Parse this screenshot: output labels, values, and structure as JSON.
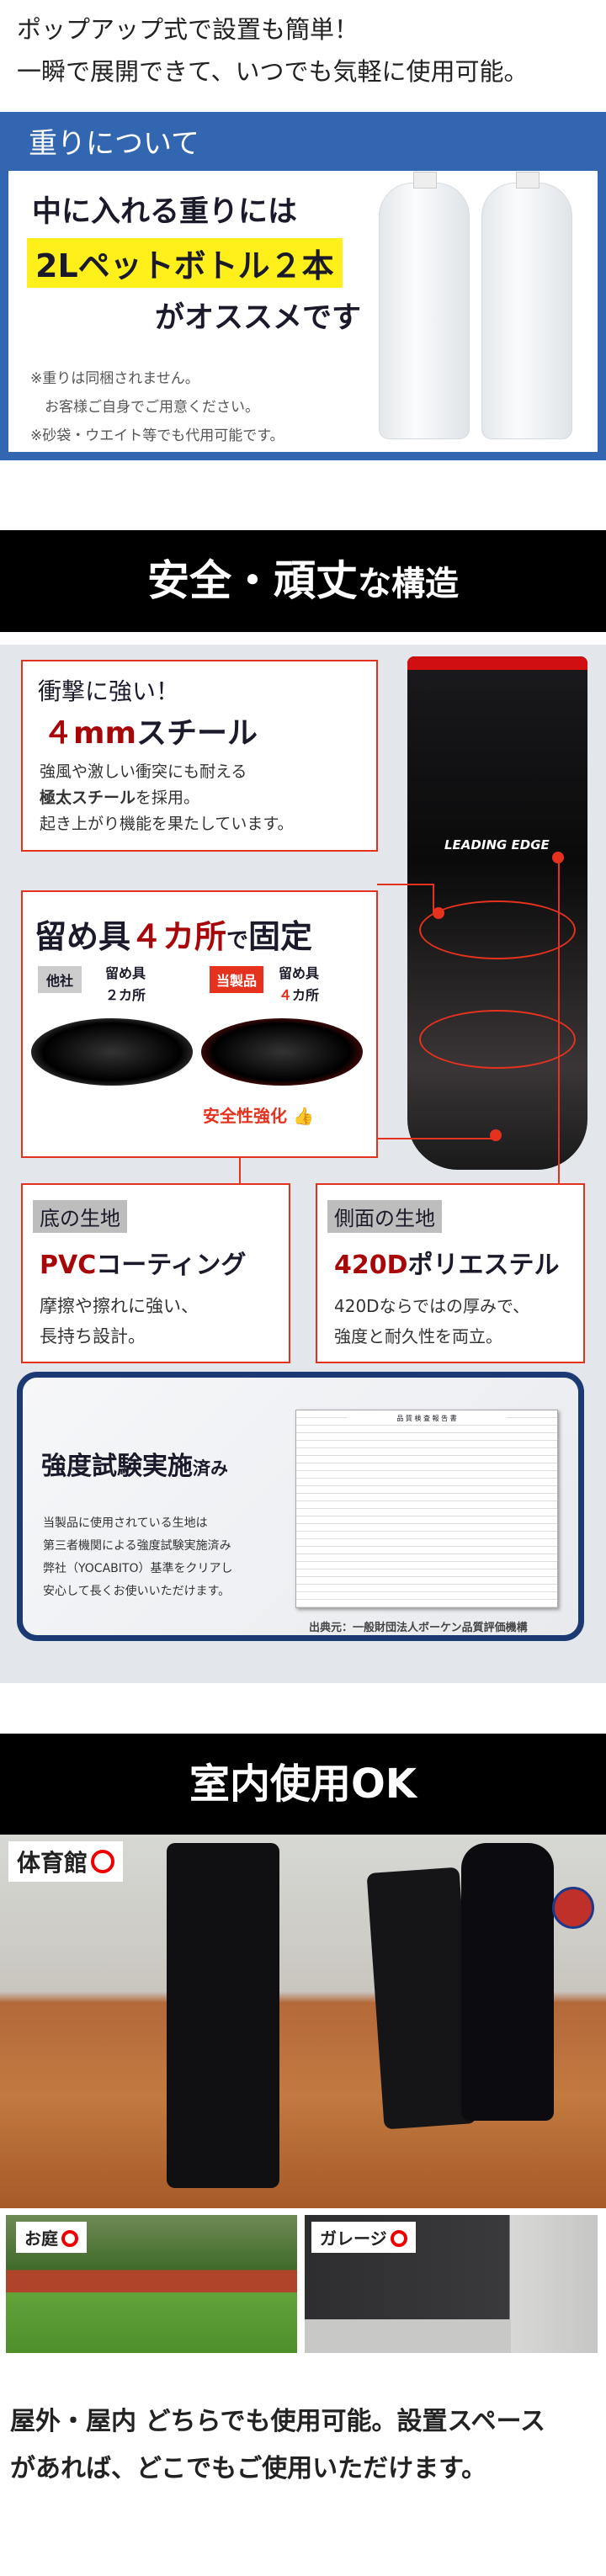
{
  "intro": {
    "line1": "ポップアップ式で設置も簡単！",
    "line2": "一瞬で展開できて、いつでも気軽に使用可能。"
  },
  "weight": {
    "title": "重りについて",
    "line1": "中に入れる重りには",
    "highlight": "2Lペットボトル２本",
    "line3": "がオススメです",
    "notes": [
      "※重りは同梱されません。",
      "　お客様ご自身でご用意ください。",
      "※砂袋・ウエイト等でも代用可能です。"
    ]
  },
  "structure": {
    "banner": {
      "main": "安全・頑丈",
      "suffix": "な構造"
    },
    "impact": {
      "lead": "衝撃に強い！",
      "title_red": "４mm",
      "title_black": "スチール",
      "desc1": "強風や激しい衝突にも耐える",
      "desc2_bold": "極太スチール",
      "desc2_rest": "を採用。",
      "desc3": "起き上がり機能を果たしています。"
    },
    "fastener": {
      "t1": "留め具",
      "t2": "４カ所",
      "t3": "で",
      "t4": "固定",
      "other_tag": "他社",
      "other_l1": "留め具",
      "other_l2": "２カ所",
      "ours_tag": "当製品",
      "ours_l1": "留め具",
      "ours_num": "４",
      "ours_l2": "カ所",
      "safety": "安全性強化"
    },
    "bottom": {
      "tag": "底の生地",
      "title_red": "PVC",
      "title_black": "コーティング",
      "desc1": "摩擦や擦れに強い、",
      "desc2": "長持ち設計。"
    },
    "side": {
      "tag": "側面の生地",
      "title_red": "420D",
      "title_black": "ポリエステル",
      "desc1": "420Dならではの厚みで、",
      "desc2": "強度と耐久性を両立。"
    },
    "product_logo": "LEADING EDGE",
    "cert": {
      "title": "強度試験実施",
      "title_small": "済み",
      "desc": [
        "当製品に使用されている生地は",
        "第三者機関による強度試験実施済み",
        "弊社（YOCABITO）基準をクリアし",
        "安心して長くお使いいただけます。"
      ],
      "doc_title": "品 質 検 査 報 告 書",
      "source": "出典元：一般財団法人ボーケン品質評価機構"
    }
  },
  "indoor": {
    "banner": "室内使用OK",
    "gym": "体育館",
    "garden": "お庭",
    "garage": "ガレージ",
    "outro1": "屋外・屋内 どちらでも使用可能。設置スペース",
    "outro2": "があれば、どこでもご使用いただけます。"
  },
  "colors": {
    "blue": "#3366b0",
    "red": "#e5321f",
    "dark_red": "#a8070a",
    "yellow": "#ffef1a",
    "navy": "#1b3a73"
  }
}
